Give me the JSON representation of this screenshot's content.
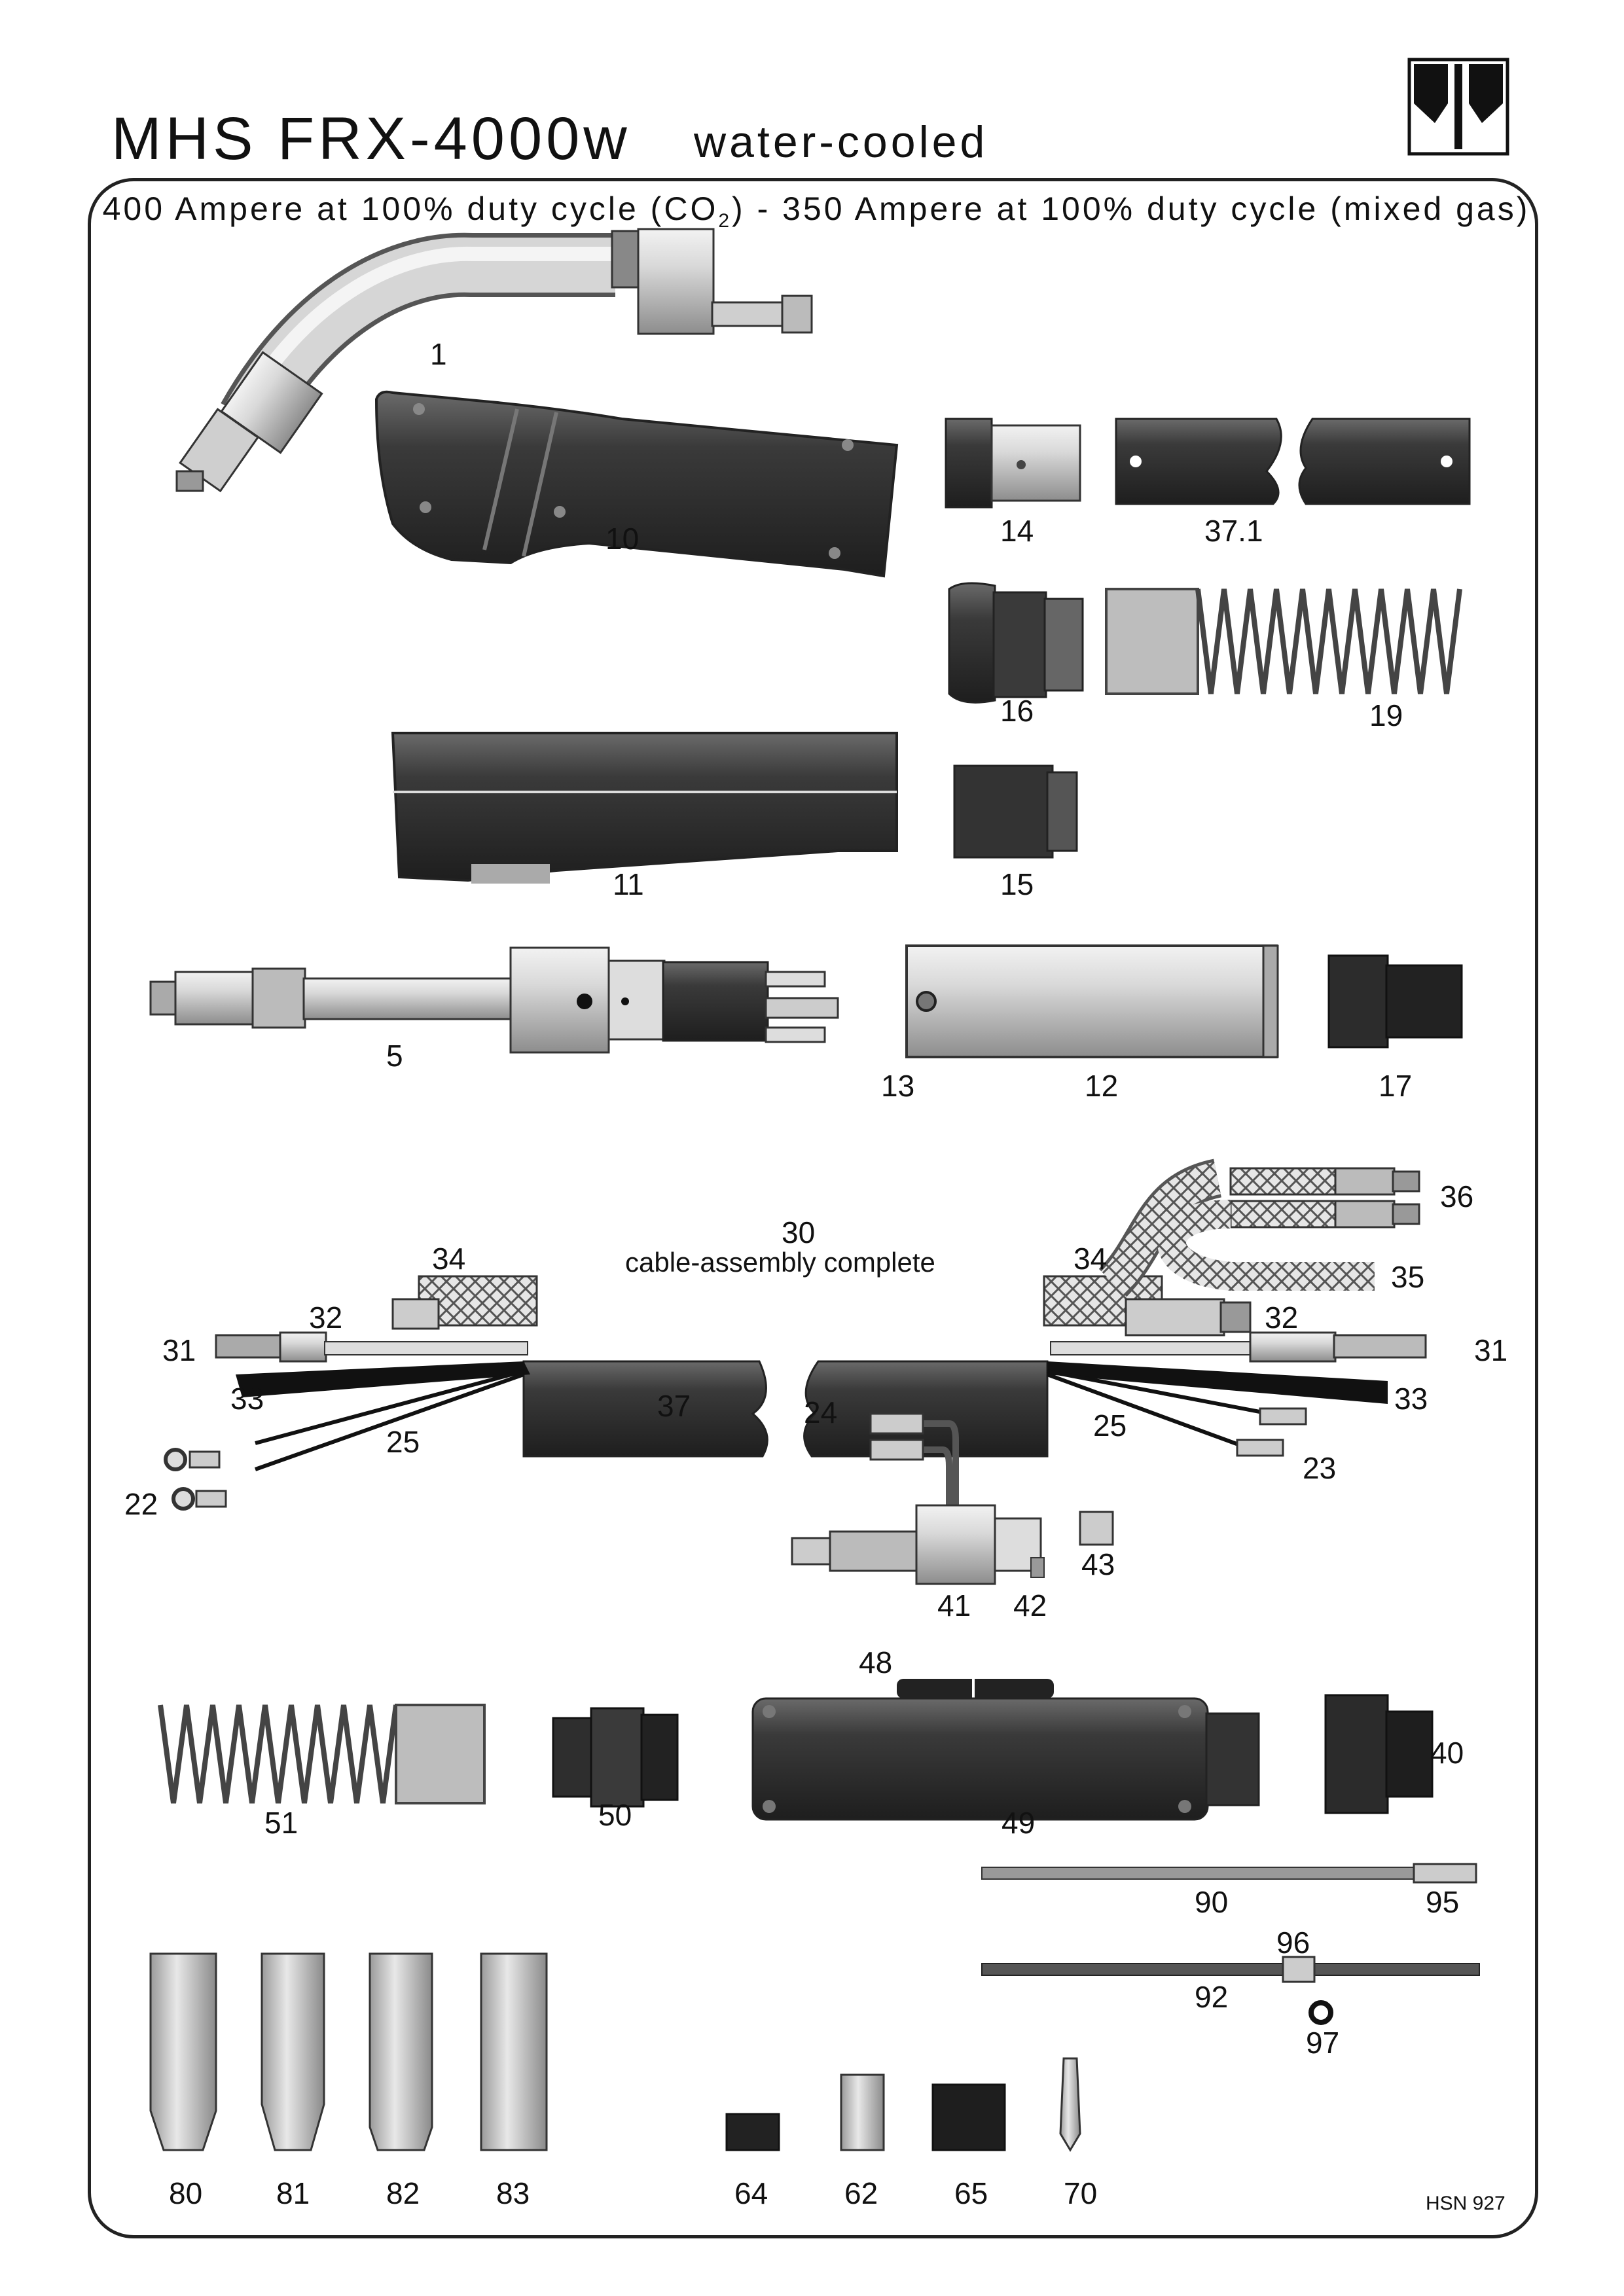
{
  "header": {
    "model": "MHS FRX-4000w",
    "type": "water-cooled",
    "rating_part1": "400 Ampere at 100% duty cycle (CO",
    "rating_sub": "2",
    "rating_part2": ") - 350 Ampere at 100% duty cycle (mixed gas)"
  },
  "footer": {
    "drawing_no": "HSN 927"
  },
  "caption": {
    "cable_assembly": "cable-assembly complete"
  },
  "icons": [
    "logo-icon"
  ],
  "labels": {
    "p1": "1",
    "p10": "10",
    "p14": "14",
    "p37_1": "37.1",
    "p16": "16",
    "p19": "19",
    "p11": "11",
    "p15": "15",
    "p5": "5",
    "p13": "13",
    "p12": "12",
    "p17": "17",
    "p30": "30",
    "p36": "36",
    "p34a": "34",
    "p34b": "34",
    "p35": "35",
    "p32a": "32",
    "p32b": "32",
    "p31a": "31",
    "p31b": "31",
    "p33a": "33",
    "p33b": "33",
    "p37": "37",
    "p24": "24",
    "p25a": "25",
    "p25b": "25",
    "p22": "22",
    "p23": "23",
    "p43": "43",
    "p41": "41",
    "p42": "42",
    "p48": "48",
    "p40": "40",
    "p51": "51",
    "p50": "50",
    "p49": "49",
    "p90": "90",
    "p95": "95",
    "p96": "96",
    "p92": "92",
    "p97": "97",
    "p80": "80",
    "p81": "81",
    "p82": "82",
    "p83": "83",
    "p64": "64",
    "p62": "62",
    "p65": "65",
    "p70": "70"
  }
}
